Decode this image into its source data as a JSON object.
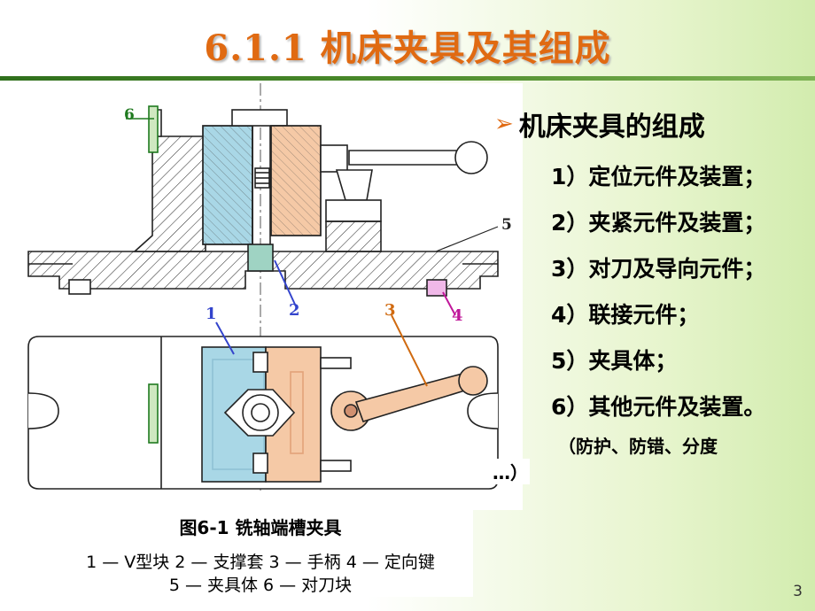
{
  "slide": {
    "title": "6.1.1 机床夹具及其组成",
    "page_number": "3"
  },
  "figure": {
    "labels": {
      "n1": "1",
      "n2": "2",
      "n3": "3",
      "n4": "4",
      "n5": "5",
      "n6": "6"
    },
    "caption": "图6-1  铣轴端槽夹具",
    "legend_line1": "1 — V型块  2 — 支撑套  3 — 手柄  4 — 定向键",
    "legend_line2": "5 — 夹具体  6 — 对刀块"
  },
  "list": {
    "heading": "机床夹具的组成",
    "bullet_icon": "arrow-bullet-icon",
    "items": [
      "1）定位元件及装置；",
      "2）夹紧元件及装置；",
      "3）对刀及导向元件；",
      "4）联接元件；",
      "5）夹具体；",
      "6）其他元件及装置。"
    ],
    "note": "（防护、防错、分度",
    "note_end": "…）"
  },
  "colors": {
    "title": "#e06a12",
    "rule": "#3d7d22",
    "vblock": "#a9d7e6",
    "sleeve": "#9fd3c3",
    "clamp": "#f5c9a6",
    "key": "#f0b8e8",
    "label1": "#3344cc",
    "label3": "#d06a10",
    "label4": "#c0189a",
    "label6": "#1f7a1f"
  }
}
